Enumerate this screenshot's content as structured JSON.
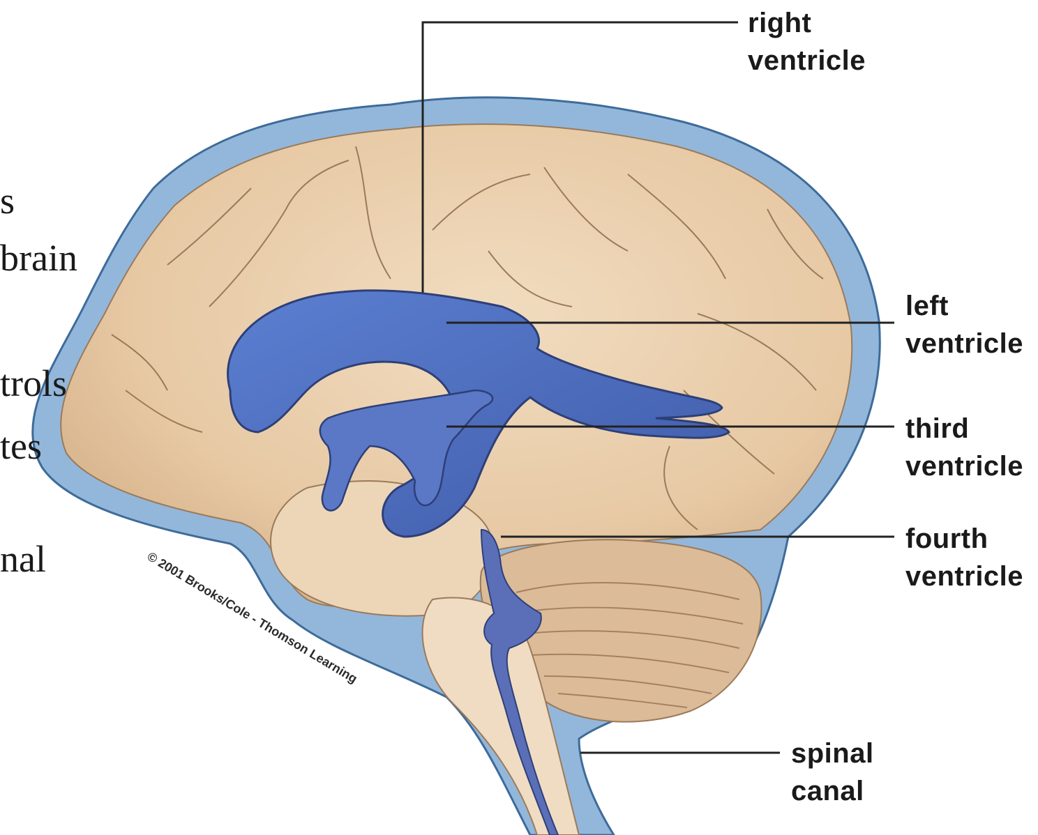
{
  "side_text_fragments": [
    "s",
    "brain",
    "trols",
    "tes",
    "nal"
  ],
  "labels": {
    "right_ventricle": [
      "right",
      "ventricle"
    ],
    "left_ventricle": [
      "left",
      "ventricle"
    ],
    "third_ventricle": [
      "third",
      "ventricle"
    ],
    "fourth_ventricle": [
      "fourth",
      "ventricle"
    ],
    "spinal_canal": [
      "spinal",
      "canal"
    ]
  },
  "watermark": "© 2001 Brooks/Cole - Thomson Learning",
  "colors": {
    "csf_blue": "#93b7da",
    "ventricle_blue": "#4f6fc0",
    "ventricle_dark": "#3a4f97",
    "tissue": "#ecd3b4",
    "tissue_shade": "#d9b892",
    "sulcus_line": "#9a7a5a",
    "leader_line": "#222222"
  }
}
